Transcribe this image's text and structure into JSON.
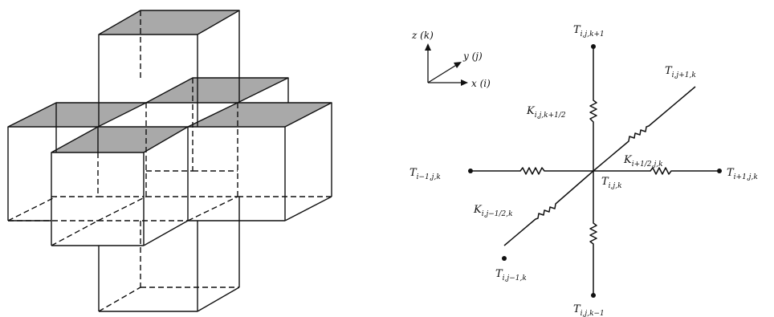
{
  "colors": {
    "line": "#111111",
    "face_shade": "#a9a9a9",
    "background": "#ffffff"
  },
  "axes": {
    "z": {
      "base": "z",
      "paren": "(k)"
    },
    "y": {
      "base": "y",
      "paren": "(j)"
    },
    "x": {
      "base": "x",
      "paren": "(i)"
    }
  },
  "nodes": {
    "top": {
      "base": "T",
      "sub": "i,j,k+1"
    },
    "bottom": {
      "base": "T",
      "sub": "i,j,k−1"
    },
    "left": {
      "base": "T",
      "sub": "i−1,j,k"
    },
    "right": {
      "base": "T",
      "sub": "i+1,j,k"
    },
    "back": {
      "base": "T",
      "sub": "i,j+1,k"
    },
    "front": {
      "base": "T",
      "sub": "i,j−1,k"
    },
    "center": {
      "base": "T",
      "sub": "i,j,k"
    }
  },
  "conductances": {
    "k_top": {
      "base": "K",
      "sub": "i,j,k+1/2"
    },
    "k_right": {
      "base": "K",
      "sub": "i+1/2,j,k"
    },
    "k_front": {
      "base": "K",
      "sub": "i,j−1/2,k"
    }
  }
}
